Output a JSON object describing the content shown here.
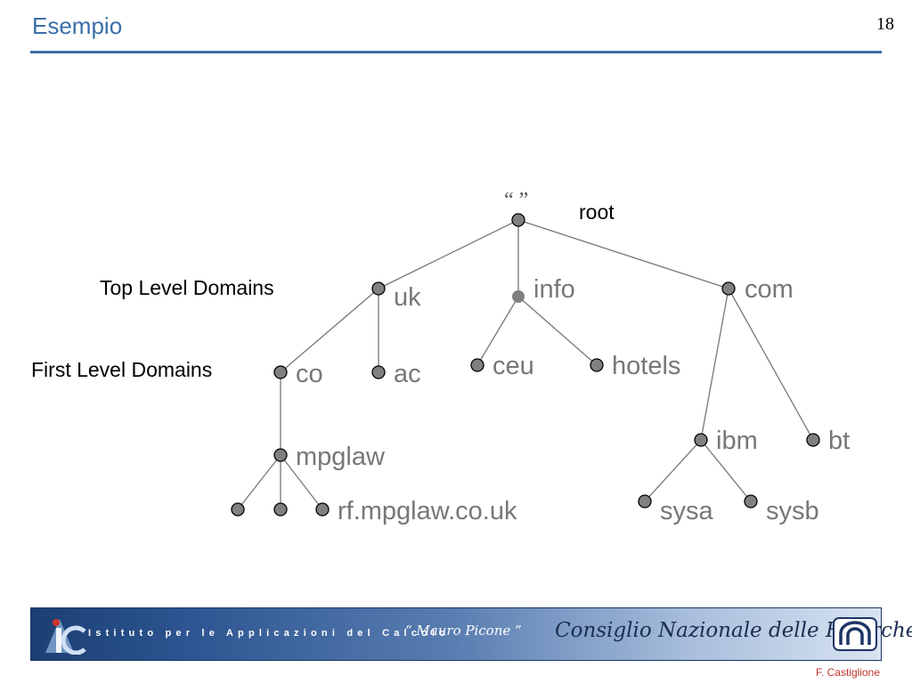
{
  "slide": {
    "title": "Esempio",
    "page_number": "18"
  },
  "tree": {
    "root_quotes": "“ ”",
    "root_label": "root",
    "nodes": [
      {
        "id": "root",
        "label": ""
      },
      {
        "id": "uk",
        "label": "uk"
      },
      {
        "id": "info",
        "label": "info"
      },
      {
        "id": "com",
        "label": "com"
      },
      {
        "id": "co",
        "label": "co"
      },
      {
        "id": "ac",
        "label": "ac"
      },
      {
        "id": "ceu",
        "label": "ceu"
      },
      {
        "id": "hotels",
        "label": "hotels"
      },
      {
        "id": "ibm",
        "label": "ibm"
      },
      {
        "id": "bt",
        "label": "bt"
      },
      {
        "id": "mpglaw",
        "label": "mpglaw"
      },
      {
        "id": "leaf1",
        "label": ""
      },
      {
        "id": "leaf2",
        "label": ""
      },
      {
        "id": "rf",
        "label": "rf.mpglaw.co.uk"
      },
      {
        "id": "sysa",
        "label": "sysa"
      },
      {
        "id": "sysb",
        "label": "sysb"
      }
    ],
    "edges": [
      [
        "root",
        "uk"
      ],
      [
        "root",
        "info"
      ],
      [
        "root",
        "com"
      ],
      [
        "uk",
        "co"
      ],
      [
        "uk",
        "ac"
      ],
      [
        "info",
        "ceu"
      ],
      [
        "info",
        "hotels"
      ],
      [
        "com",
        "ibm"
      ],
      [
        "com",
        "bt"
      ],
      [
        "co",
        "mpglaw"
      ],
      [
        "mpglaw",
        "leaf1"
      ],
      [
        "mpglaw",
        "leaf2"
      ],
      [
        "mpglaw",
        "rf"
      ],
      [
        "ibm",
        "sysa"
      ],
      [
        "ibm",
        "sysb"
      ]
    ]
  },
  "levels": {
    "top": "Top Level Domains",
    "first": "First Level Domains"
  },
  "footer": {
    "institute": "Istituto per le Applicazioni del Calcolo",
    "signature": "“ Mauro Picone ”",
    "council": "Consiglio Nazionale delle Ricerche",
    "author": "F. Castiglione"
  },
  "colors": {
    "title": "#3a6ea8",
    "node_fill": "#808080",
    "edge": "#777777",
    "label": "#777777",
    "author": "#c0332b"
  }
}
